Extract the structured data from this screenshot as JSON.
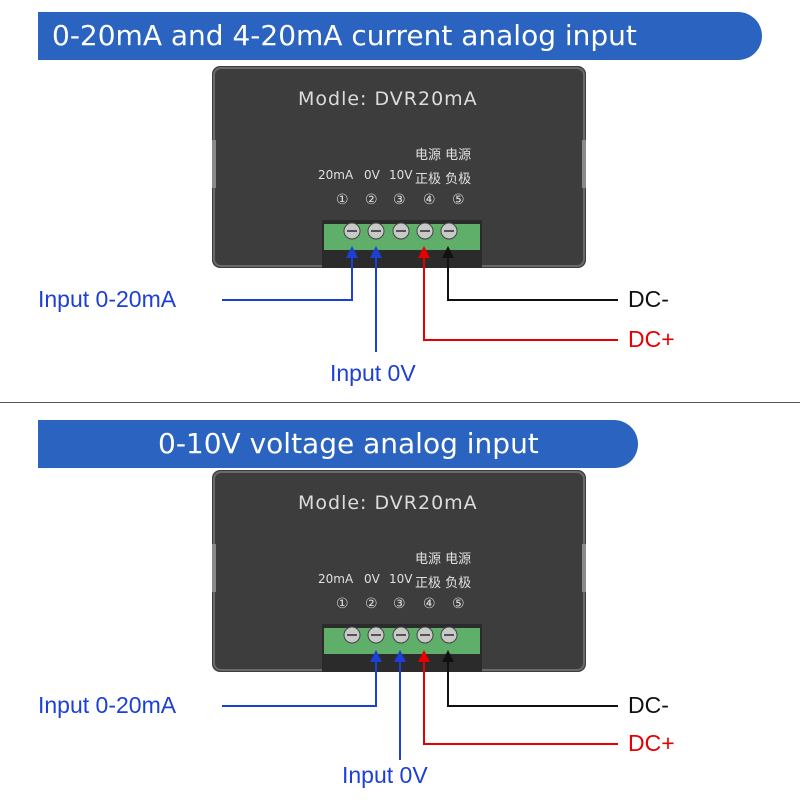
{
  "top_section": {
    "title": "0-20mA and 4-20mA current analog input",
    "device": {
      "model_label": "Modle: DVR20mA",
      "power_label_top": "电源 电源",
      "power_label_bottom": "正极 负极",
      "terminal_labels": [
        "20mA",
        "0V",
        "10V"
      ],
      "terminal_numbers": [
        "①",
        "②",
        "③",
        "④",
        "⑤"
      ]
    },
    "callouts": {
      "input_signal": "Input 0-20mA",
      "input_0v": "Input 0V",
      "dc_minus": "DC-",
      "dc_plus": "DC+"
    }
  },
  "bottom_section": {
    "title": "0-10V voltage analog input",
    "device": {
      "model_label": "Modle: DVR20mA",
      "power_label_top": "电源 电源",
      "power_label_bottom": "正极 负极",
      "terminal_labels": [
        "20mA",
        "0V",
        "10V"
      ],
      "terminal_numbers": [
        "①",
        "②",
        "③",
        "④",
        "⑤"
      ]
    },
    "callouts": {
      "input_signal": "Input 0-20mA",
      "input_0v": "Input 0V",
      "dc_minus": "DC-",
      "dc_plus": "DC+"
    }
  },
  "colors": {
    "banner": "#2b63c0",
    "signal_wire": "#1c3fd6",
    "positive_wire": "#e60000",
    "negative_wire": "#111111",
    "terminal_block": "#5fae6a"
  }
}
